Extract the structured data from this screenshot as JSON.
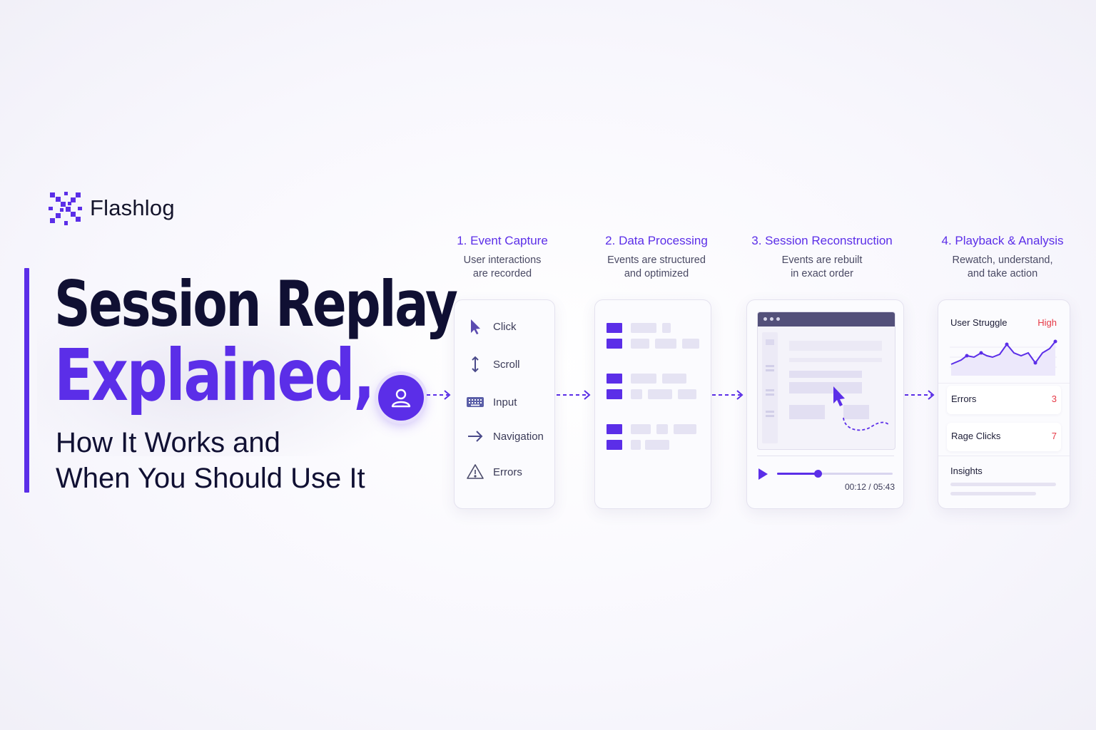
{
  "brand": {
    "name": "Flashlog",
    "icon": "flashlog-logo-icon"
  },
  "headline": {
    "line1": "Session Replay",
    "line2": "Explained,",
    "sub1": "How It Works and",
    "sub2": "When You Should Use It"
  },
  "steps": [
    {
      "title": "1. Event Capture",
      "desc1": "User interactions",
      "desc2": "are recorded"
    },
    {
      "title": "2. Data Processing",
      "desc1": "Events are structured",
      "desc2": "and optimized"
    },
    {
      "title": "3. Session Reconstruction",
      "desc1": "Events are rebuilt",
      "desc2": "in exact order"
    },
    {
      "title": "4. Playback & Analysis",
      "desc1": "Rewatch, understand,",
      "desc2": "and take action"
    }
  ],
  "events": [
    {
      "label": "Click",
      "icon": "cursor-icon"
    },
    {
      "label": "Scroll",
      "icon": "scroll-arrows-icon"
    },
    {
      "label": "Input",
      "icon": "keyboard-icon"
    },
    {
      "label": "Navigation",
      "icon": "arrow-right-icon"
    },
    {
      "label": "Errors",
      "icon": "warning-icon"
    }
  ],
  "player": {
    "time": "00:12 / 05:43",
    "progress": 0.35
  },
  "analysis": {
    "struggle_label": "User Struggle",
    "struggle_level": "High",
    "errors_label": "Errors",
    "errors_value": "3",
    "rage_label": "Rage Clicks",
    "rage_value": "7",
    "insights_label": "Insights"
  },
  "colors": {
    "accent": "#5b2ee8",
    "alert": "#e63946",
    "ink": "#101033"
  }
}
